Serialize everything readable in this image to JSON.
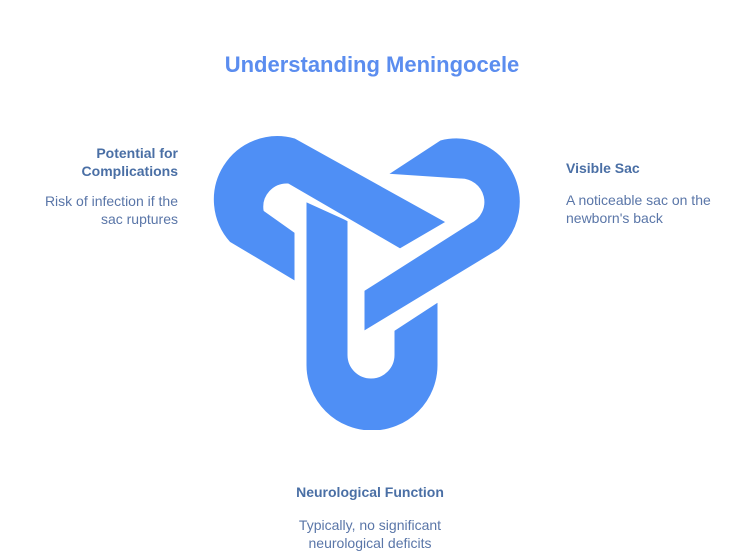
{
  "title": "Understanding Meningocele",
  "colors": {
    "accent": "#5b8def",
    "knot_fill": "#4f8ff5",
    "text": "#4a6fa5"
  },
  "items": [
    {
      "heading": "Potential for Complications",
      "description": "Risk of infection if the sac ruptures"
    },
    {
      "heading": "Visible Sac",
      "description": "A noticeable sac on the newborn's back"
    },
    {
      "heading": "Neurological Function",
      "description": "Typically, no significant neurological deficits"
    }
  ]
}
